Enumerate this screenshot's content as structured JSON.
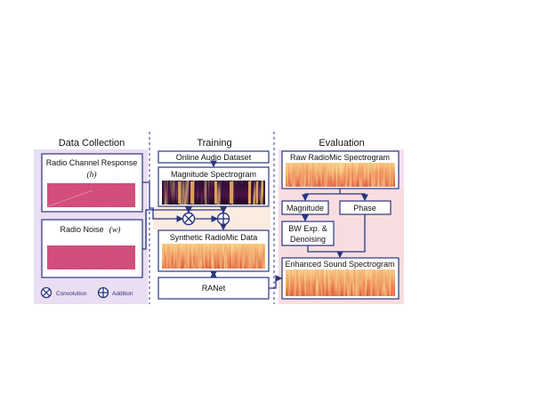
{
  "sections": {
    "data_collection": "Data Collection",
    "training": "Training",
    "evaluation": "Evaluation"
  },
  "data_collection": {
    "radio_channel_title": "Radio Channel Response",
    "radio_channel_symbol": "(h)",
    "radio_noise_title": "Radio Noise",
    "radio_noise_symbol": "(w)"
  },
  "legend": {
    "convolution": "Convolution",
    "addition": "Addition"
  },
  "training": {
    "online_audio": "Online Audio Dataset",
    "magnitude_spectrogram": "Magnitude Spectrogram",
    "synthetic_data": "Synthetic RadioMic Data",
    "ranet": "RANet"
  },
  "evaluation": {
    "raw_spectrogram": "Raw RadioMic Spectrogram",
    "magnitude": "Magnitude",
    "phase": "Phase",
    "bw_line1": "BW Exp. &",
    "bw_line2": "Denoising",
    "enhanced": "Enhanced Sound Spectrogram"
  },
  "colors": {
    "accent_navy": "#2a3580",
    "panel_lavender": "#e9def2",
    "panel_pink": "#f8dde0",
    "panel_peach": "#fcebe0"
  }
}
